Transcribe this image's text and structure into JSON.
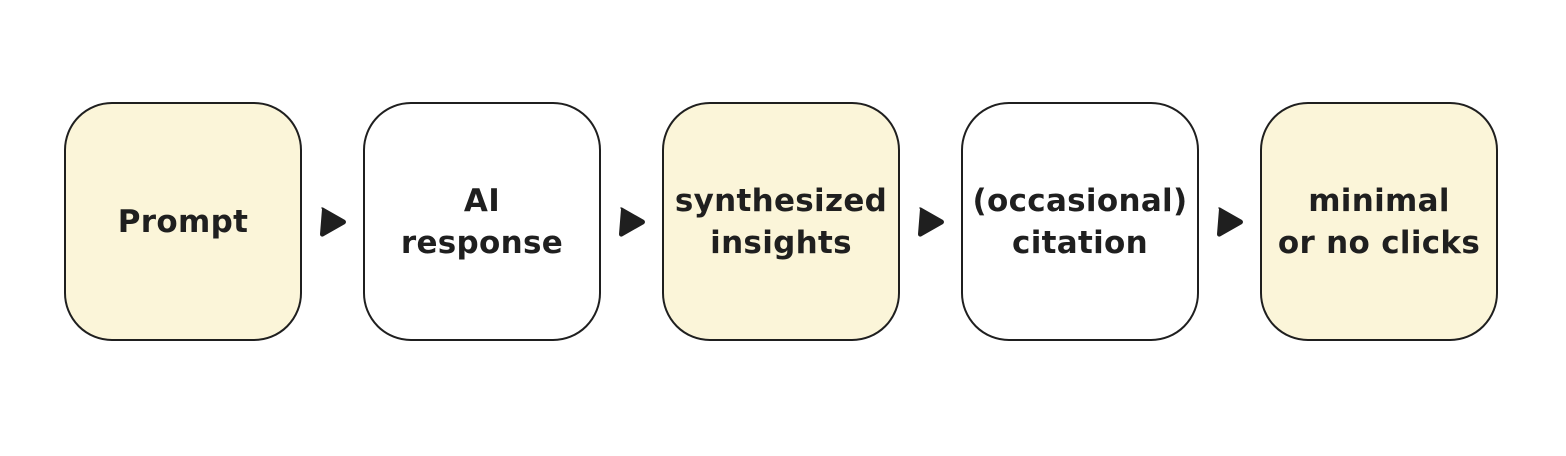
{
  "colors": {
    "highlight_fill": "#fbf5d9",
    "plain_fill": "#ffffff",
    "stroke": "#1f1f1f",
    "text": "#1f1f1f"
  },
  "steps": [
    {
      "label": "Prompt",
      "fill": "highlight"
    },
    {
      "label": "AI\nresponse",
      "fill": "plain"
    },
    {
      "label": "synthesized\ninsights",
      "fill": "highlight"
    },
    {
      "label": "(occasional)\ncitation",
      "fill": "plain"
    },
    {
      "label": "minimal\nor no clicks",
      "fill": "highlight"
    }
  ],
  "connector_icon": "triangle-arrow-right-icon"
}
